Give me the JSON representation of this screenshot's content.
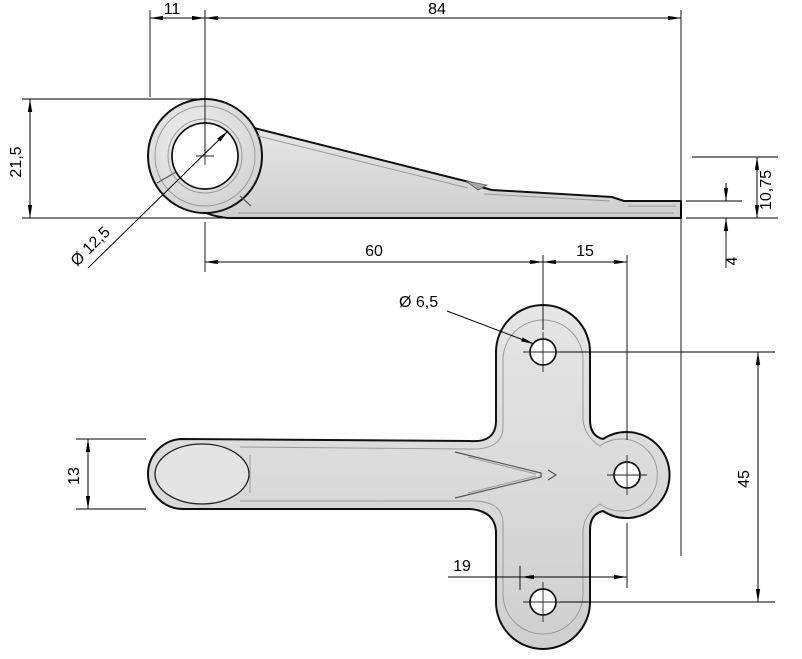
{
  "colors": {
    "background": "#ffffff",
    "outline": "#111111",
    "dimension_lines": "#000000",
    "part_fill": "#d9d9d9",
    "part_fill_light": "#ececec",
    "part_shading": "#9a9a9a",
    "hole_fill": "#ffffff"
  },
  "side": {
    "d11": "11",
    "d84": "84",
    "d21_5": "21,5",
    "d10_75": "10,75",
    "d4": "4",
    "dia12_5": "Ø 12,5"
  },
  "plan": {
    "d60": "60",
    "d15": "15",
    "dia6_5": "Ø 6,5",
    "d13": "13",
    "d45": "45",
    "d19": "19"
  }
}
